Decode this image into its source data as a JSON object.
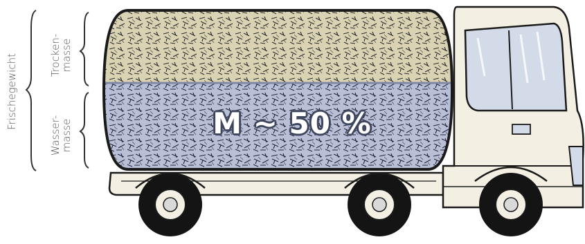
{
  "labels": {
    "fresh_weight": "Frischegewicht",
    "dry_mass_line1": "Trocken-",
    "dry_mass_line2": "masse",
    "water_mass_line1": "Wasser-",
    "water_mass_line2": "masse",
    "moisture_content": "M ~ 50 %"
  },
  "composition": {
    "dry_mass_fraction": 0.5,
    "water_mass_fraction": 0.5
  },
  "colors": {
    "dry_chips": "#d9d3b4",
    "wet_chips": "#b9bfd6",
    "truck_body": "#f3f0e3",
    "outline": "#1a1a1a",
    "window": "#d4dbe8",
    "label_text": "#555555"
  },
  "icons": {
    "truck": "truck-illustration",
    "brace": "curly-brace-icon"
  }
}
